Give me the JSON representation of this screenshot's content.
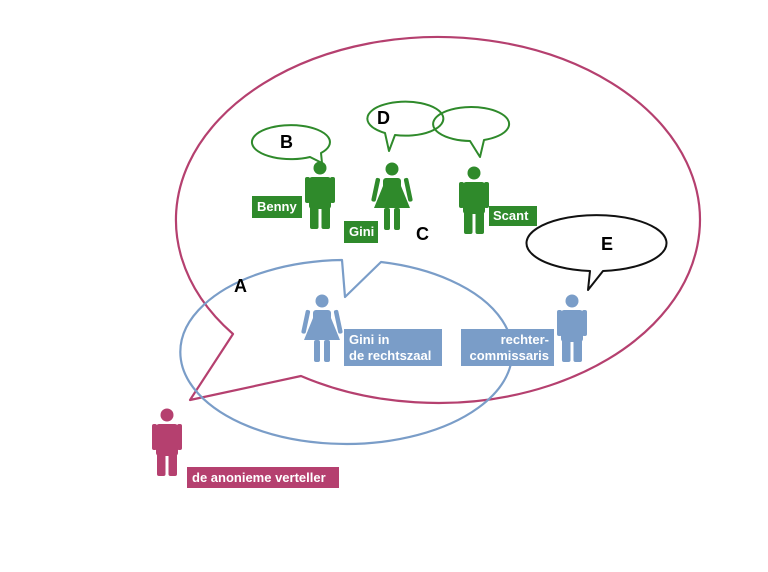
{
  "colors": {
    "outer": "#b5406f",
    "middle": "#7a9dc8",
    "inner": "#2f8a2b",
    "black": "#111111"
  },
  "letters": {
    "a": "A",
    "b": "B",
    "c": "C",
    "d": "D",
    "e": "E"
  },
  "labels": {
    "benny": "Benny",
    "gini": "Gini",
    "scant": "Scant",
    "gini_court_line1": "Gini in",
    "gini_court_line2": "de rechtszaal",
    "judge_line1": "rechter-",
    "judge_line2": "commissaris",
    "narrator": "de anonieme verteller"
  },
  "icons": {
    "person_male": "person-male-icon",
    "person_female": "person-female-icon"
  }
}
